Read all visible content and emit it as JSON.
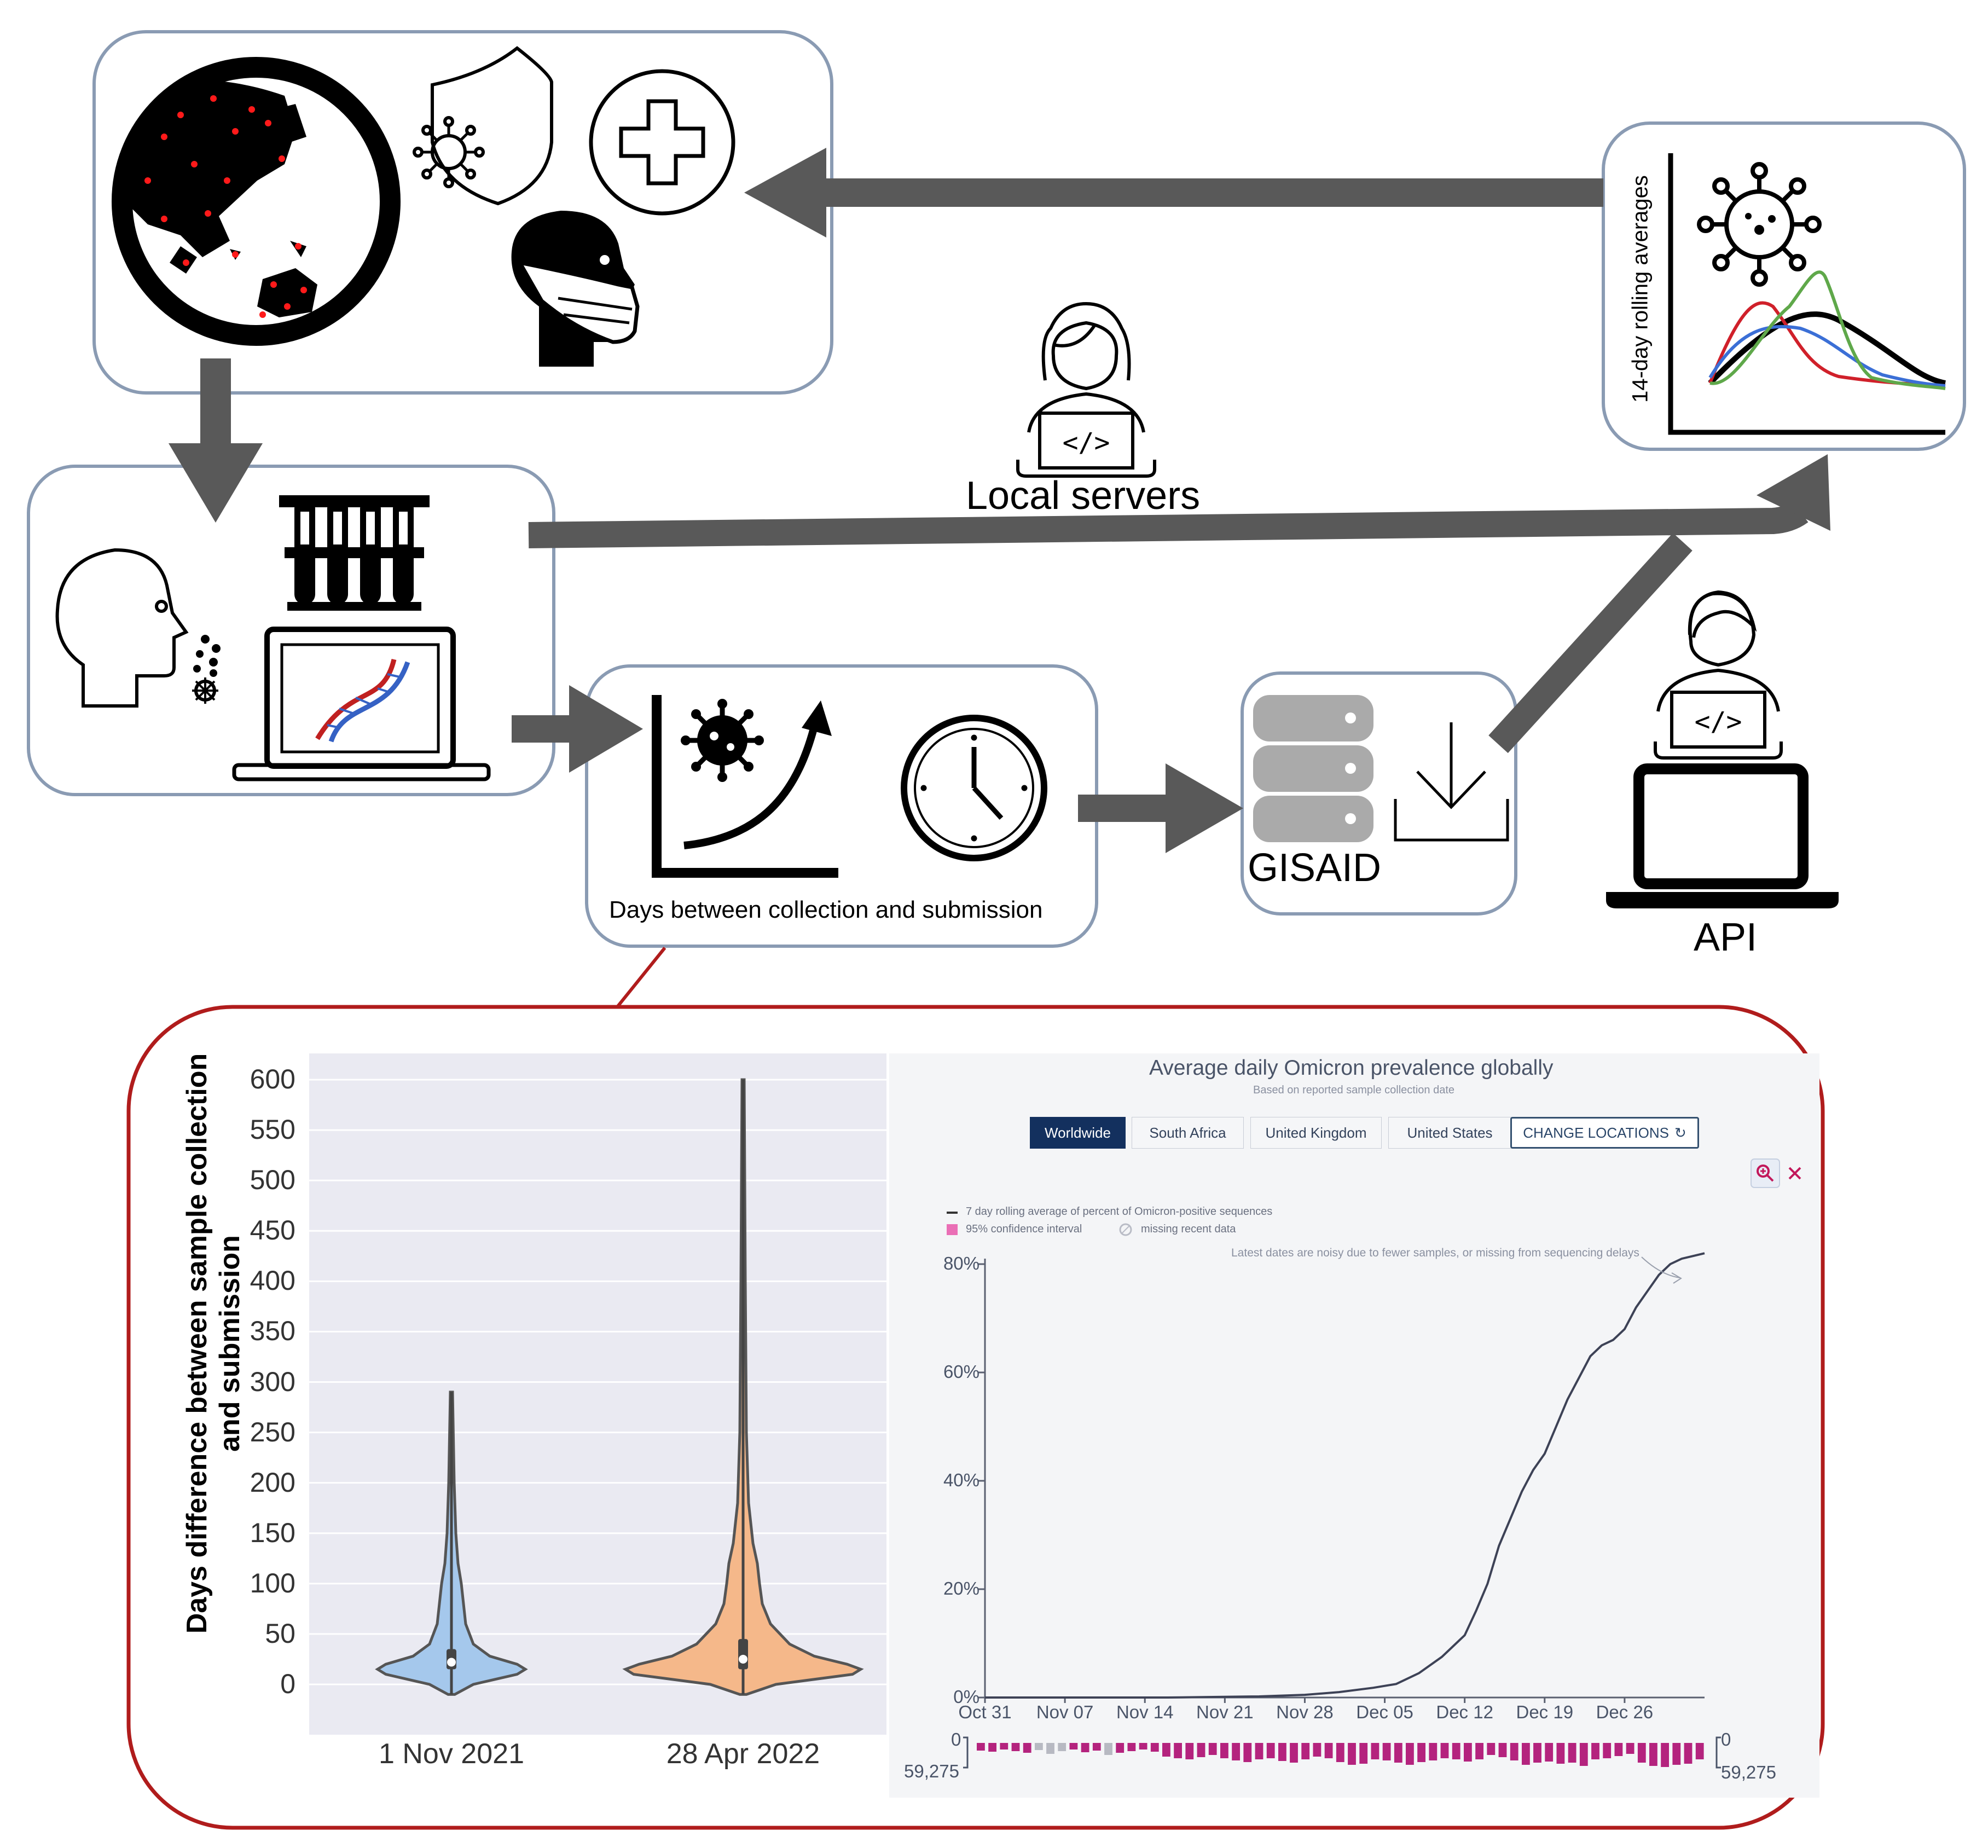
{
  "flow": {
    "local_servers_label": "Local servers",
    "days_between_label": "Days between collection and submission",
    "gisaid_label": "GISAID",
    "api_label": "API",
    "rolling_avg_label": "14-day rolling averages"
  },
  "colors": {
    "box_border": "#8a9bb3",
    "arrow": "#595959",
    "red_frame": "#b01c1c",
    "violin_blue": "#a5c8ec",
    "violin_orange": "#f5b88a",
    "panel_bg": "#eaeaf2",
    "omicron_line": "#3d4256",
    "bar_magenta": "#b4237e",
    "btn_selected": "#13305e"
  },
  "icons": [
    "globe-icon",
    "virus-shield-icon",
    "medical-cross-icon",
    "masked-person-icon",
    "curves-chart-icon",
    "coder-woman-icon",
    "sick-person-icon",
    "test-tubes-icon",
    "laptop-dna-icon",
    "virus-growth-chart-icon",
    "clock-icon",
    "database-icon",
    "download-icon",
    "coder-man-icon",
    "laptop-icon"
  ],
  "chart_data": [
    {
      "type": "violin",
      "ylabel": "Days difference between sample collection and submission",
      "categories": [
        "1 Nov 2021",
        "28 Apr 2022"
      ],
      "y_ticks": [
        "0",
        "50",
        "100",
        "150",
        "200",
        "250",
        "300",
        "350",
        "400",
        "450",
        "500",
        "550",
        "600"
      ],
      "ylim": [
        -20,
        620
      ],
      "grid": true,
      "series": [
        {
          "category": "1 Nov 2021",
          "min": -10,
          "q1": 15,
          "median": 22,
          "q3": 35,
          "max": 290
        },
        {
          "category": "28 Apr 2022",
          "min": -10,
          "q1": 15,
          "median": 25,
          "q3": 45,
          "max": 600
        }
      ]
    },
    {
      "type": "line",
      "title": "Average daily Omicron prevalence globally",
      "subtitle": "Based on reported sample collection date",
      "buttons": [
        "Worldwide",
        "South Africa",
        "United Kingdom",
        "United States",
        "CHANGE LOCATIONS"
      ],
      "selected_button": "Worldwide",
      "legend": [
        "7 day rolling average of percent of Omicron-positive sequences",
        "95% confidence interval",
        "missing recent data"
      ],
      "annotation": "Latest dates are noisy due to fewer samples, or missing from sequencing delays",
      "x_ticks": [
        "Oct 31",
        "Nov 07",
        "Nov 14",
        "Nov 21",
        "Nov 28",
        "Dec 05",
        "Dec 12",
        "Dec 19",
        "Dec 26"
      ],
      "y_ticks": [
        "0%",
        "20%",
        "40%",
        "60%",
        "80%"
      ],
      "ylim": [
        0,
        80
      ],
      "x": [
        "Oct 31",
        "Nov 04",
        "Nov 08",
        "Nov 12",
        "Nov 16",
        "Nov 20",
        "Nov 24",
        "Nov 28",
        "Dec 01",
        "Dec 04",
        "Dec 06",
        "Dec 08",
        "Dec 10",
        "Dec 12",
        "Dec 13",
        "Dec 14",
        "Dec 15",
        "Dec 16",
        "Dec 17",
        "Dec 18",
        "Dec 19",
        "Dec 20",
        "Dec 21",
        "Dec 22",
        "Dec 23",
        "Dec 24",
        "Dec 25",
        "Dec 26",
        "Dec 27",
        "Dec 28",
        "Dec 29",
        "Dec 30",
        "Dec 31",
        "Jan 01",
        "Jan 02"
      ],
      "values": [
        0,
        0,
        0,
        0,
        0,
        0.1,
        0.2,
        0.5,
        1.0,
        1.8,
        2.5,
        4.5,
        7.5,
        11.5,
        16,
        21,
        28,
        33,
        38,
        42,
        45,
        50,
        55,
        59,
        63,
        65,
        66,
        68,
        72,
        75,
        78,
        80,
        81,
        81.5,
        82
      ],
      "count_axis": {
        "top": "0",
        "bottom": "59,275"
      }
    }
  ]
}
